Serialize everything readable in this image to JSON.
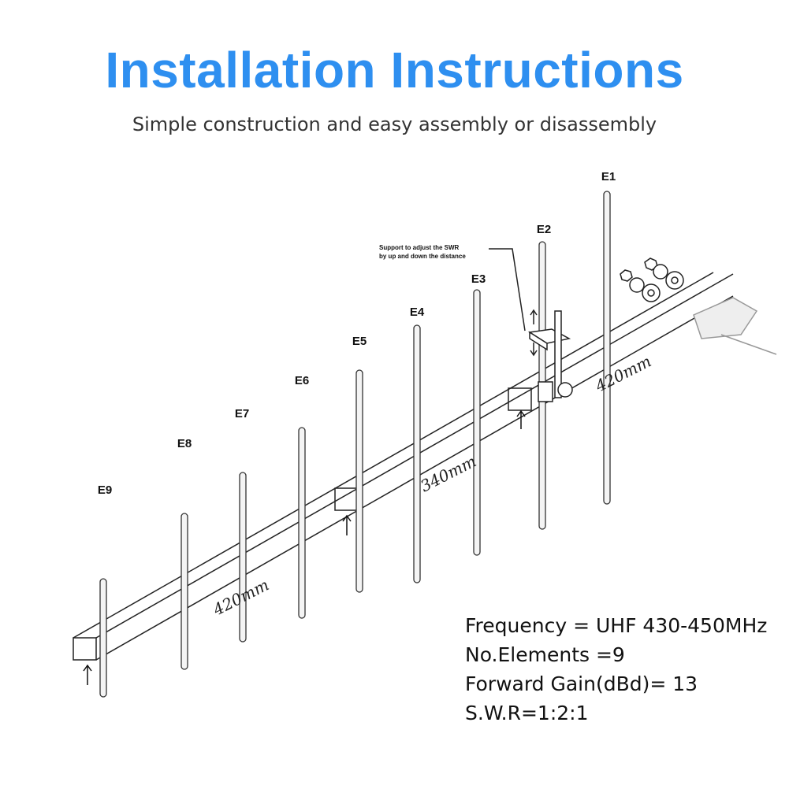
{
  "title": "Installation Instructions",
  "subtitle": "Simple construction and easy assembly or disassembly",
  "title_color": "#2e8ff0",
  "diagram": {
    "elements": [
      "E1",
      "E2",
      "E3",
      "E4",
      "E5",
      "E6",
      "E7",
      "E8",
      "E9"
    ],
    "note_line1": "Support to adjust the SWR",
    "note_line2": "by up and down the distance",
    "dimensions": [
      "420mm",
      "340mm",
      "420mm"
    ]
  },
  "specs": [
    "Frequency = UHF 430-450MHz",
    "No.Elements =9",
    "Forward Gain(dBd)= 13",
    "S.W.R=1:2:1"
  ]
}
